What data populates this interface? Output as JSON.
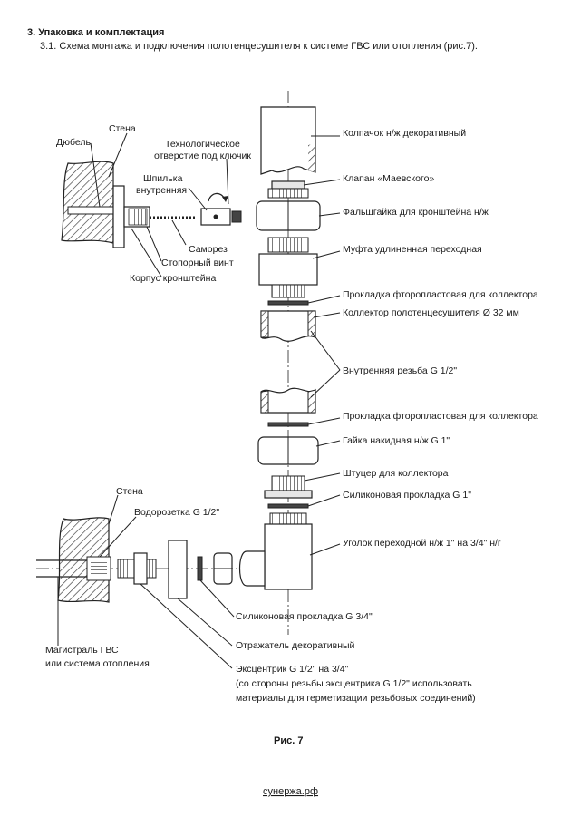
{
  "header": {
    "title": "3. Упаковка и комплектация",
    "subtitle": "3.1. Схема монтажа и подключения полотенцесушителя к системе  ГВС или отопления (рис.7)."
  },
  "labels": {
    "top_left": {
      "wall": "Стена",
      "dowel": "Дюбель",
      "tech_hole_1": "Технологическое",
      "tech_hole_2": "отверстие под ключик",
      "stud_1": "Шпилька",
      "stud_2": "внутренняя",
      "screw": "Саморез",
      "set_screw": "Стопорный винт",
      "bracket_body": "Корпус кронштейна"
    },
    "right": {
      "cap": "Колпачок н/ж декоративный",
      "mayevsky": "Клапан «Маевского»",
      "false_nut": "Фальшгайка для кронштейна н/ж",
      "coupling": "Муфта удлиненная переходная",
      "gasket_1": "Прокладка фторопластовая для коллектора",
      "collector": "Коллектор полотенцесушителя Ø 32 мм",
      "inner_thread": "Внутренняя резьба G 1/2\"",
      "gasket_2": "Прокладка фторопластовая для коллектора",
      "union_nut": "Гайка накидная н/ж G 1\"",
      "fitting": "Штуцер для коллектора",
      "silicone_1": "Силиконовая прокладка  G 1\"",
      "elbow": "Уголок переходной н/ж 1\" на 3/4\" н/г"
    },
    "bottom_left": {
      "wall": "Стена",
      "water_socket": "Водорозетка G 1/2\"",
      "main_1": "Магистраль ГВС",
      "main_2": "или система отопления",
      "silicone_34": "Силиконовая прокладка G 3/4\"",
      "reflector": "Отражатель декоративный",
      "eccentric_1": "Эксцентрик G 1/2\" на  3/4\"",
      "eccentric_2": "(со стороны резьбы эксцентрика G 1/2\" использовать",
      "eccentric_3": "материалы для герметизации резьбовых соединений)"
    }
  },
  "figure_caption": "Рис. 7",
  "footer": "сунержа.рф",
  "icons": [
    "rotate-arrow-icon"
  ]
}
